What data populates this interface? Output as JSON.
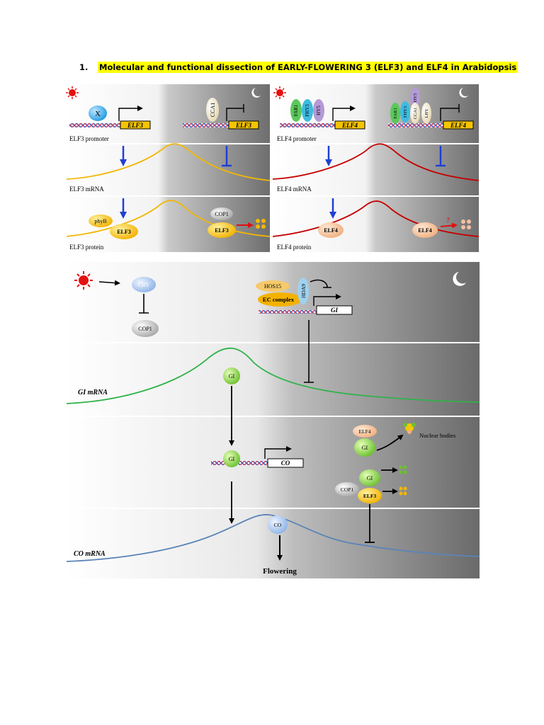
{
  "heading": {
    "number": "1.",
    "title": "Molecular and functional dissection of EARLY-FLOWERING 3 (ELF3) and ELF4 in Arabidopsis"
  },
  "elf3_panel": {
    "factor_x": "X",
    "gene": "ELF3",
    "repressor": "CCA1",
    "promoter_label": "ELF3 promoter",
    "mrna_label": "ELF3 mRNA",
    "protein_label": "ELF3 protein",
    "phyb": "phyB",
    "protein": "ELF3",
    "cop1": "COP1"
  },
  "elf4_panel": {
    "activators": [
      "FAR1",
      "FHY3",
      "HY5"
    ],
    "repressors": [
      "FAR1",
      "FHY3",
      "HY5",
      "CCA1",
      "LHY"
    ],
    "gene": "ELF4",
    "promoter_label": "ELF4 promoter",
    "mrna_label": "ELF4 mRNA",
    "protein_label": "ELF4 protein",
    "protein": "ELF4",
    "question": "?"
  },
  "gi_panel": {
    "cry": "CRY",
    "cop1": "COP1",
    "hos15": "HOS15",
    "hda9": "HDA9",
    "ec_complex": "EC complex",
    "gi_gene": "GI",
    "gi_mrna_label": "GI mRNA",
    "gi_protein": "GI",
    "co_gene": "CO",
    "elf4": "ELF4",
    "nuclear_bodies": "Nuclear bodies",
    "cop1_b": "COP1",
    "elf3": "ELF3",
    "co_protein": "CO",
    "co_mrna_label": "CO mRNA",
    "flowering": "Flowering"
  },
  "colors": {
    "highlight": "#ffff00",
    "yellow_curve": "#f2b705",
    "red_curve": "#c40000",
    "green_curve": "#2fb34a",
    "blue_curve": "#5b84b8",
    "arrow_blue": "#1f3fd6",
    "gene_box": "#f5c400"
  }
}
